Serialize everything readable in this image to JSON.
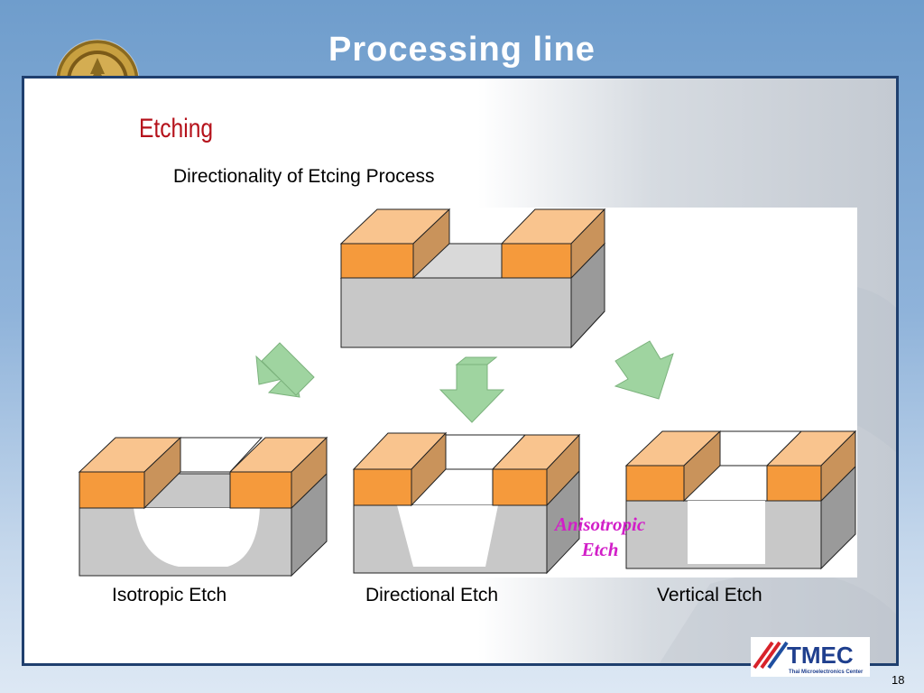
{
  "slide": {
    "title": "Processing line",
    "subtitle": "Etching",
    "heading": "Directionality of Etcing Process",
    "page_number": "18"
  },
  "figure": {
    "captions": [
      "Isotropic Etch",
      "Directional Etch",
      "Vertical Etch"
    ],
    "annotation_line1": "Anisotropic",
    "annotation_line2": "Etch"
  },
  "logo": {
    "name": "TMEC",
    "tagline": "Thai Microelectronics Center"
  },
  "colors": {
    "title_text": "#ffffff",
    "subtitle": "#b5121b",
    "mask_orange": "#f59a3c",
    "mask_top": "#f9c48e",
    "substrate": "#c8c8c8",
    "arrow_green": "#9fd4a0",
    "annotation": "#d21fc8",
    "border": "#1f3f6e"
  }
}
